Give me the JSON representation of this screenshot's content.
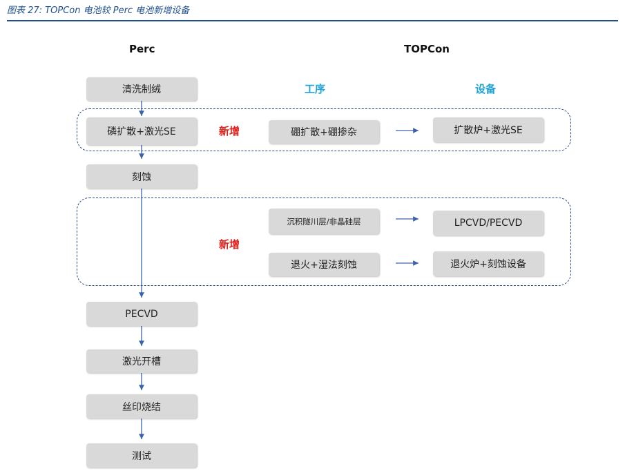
{
  "caption": "图表 27: TOPCon 电池较 Perc 电池新增设备",
  "headers": {
    "perc": "Perc",
    "topcon": "TOPCon",
    "process": "工序",
    "equipment": "设备"
  },
  "new_label": "新增",
  "perc_steps": [
    "清洗制绒",
    "磷扩散+激光SE",
    "刻蚀",
    "PECVD",
    "激光开槽",
    "丝印烧结",
    "测试"
  ],
  "topcon_rows": [
    {
      "process": "硼扩散+硼掺杂",
      "equipment": "扩散炉+激光SE"
    },
    {
      "process": "沉积隧川层/非晶硅层",
      "equipment": "LPCVD/PECVD"
    },
    {
      "process": "退火+湿法刻蚀",
      "equipment": "退火炉+刻蚀设备"
    }
  ],
  "colors": {
    "accent": "#1f4f8f",
    "new": "#e0201b",
    "sub": "#1fa3d8",
    "box": "#d9d9d9",
    "arrow": "#3a63a8"
  }
}
